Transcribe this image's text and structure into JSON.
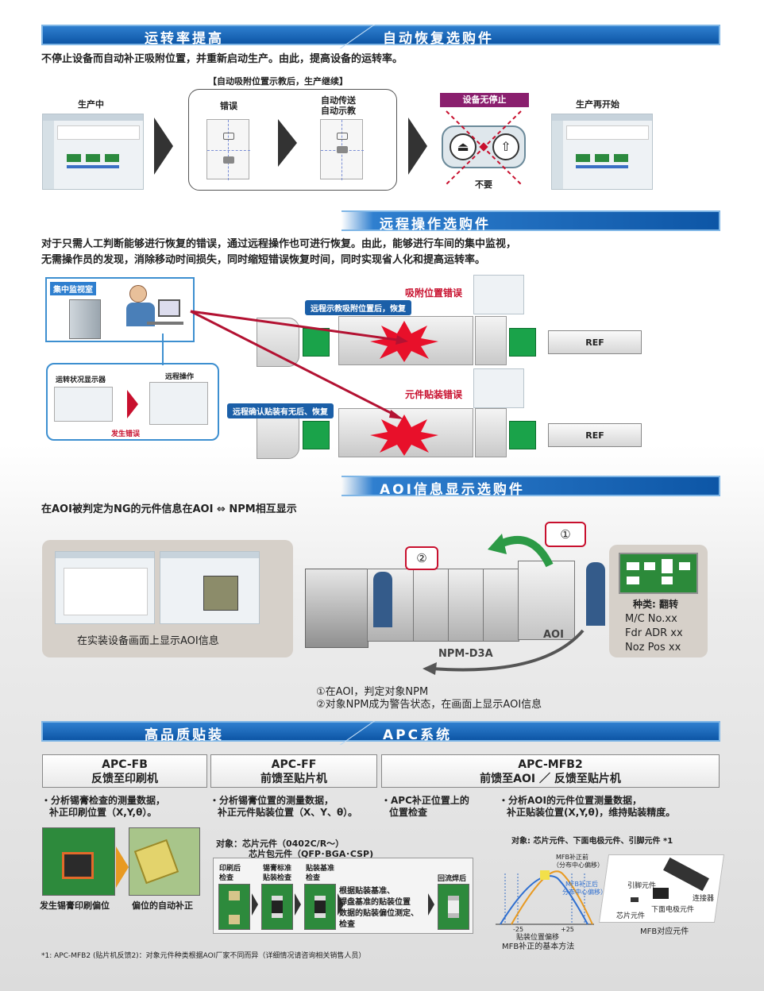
{
  "s1": {
    "banner_left": "运转率提高",
    "banner_right": "自动恢复选购件",
    "desc": "不停止设备而自动补正吸附位置，并重新启动生产。由此，提高设备的运转率。",
    "bracket": "【自动吸附位置示教后，生产继续】",
    "producing": "生产中",
    "error": "错误",
    "auto_teach_1": "自动传送",
    "auto_teach_2": "自动示教",
    "no_stop": "设备无停止",
    "not_needed": "不要",
    "restart": "生产再开始"
  },
  "s2": {
    "banner": "远程操作选购件",
    "desc1": "对于只需人工判断能够进行恢复的错误，通过远程操作也可进行恢复。由此，能够进行车间的集中监视，",
    "desc2": "无需操作员的发现，消除移动时间损失，同时缩短错误恢复时间，同时实现省人化和提高运转率。",
    "room": "集中监视室",
    "status_display": "运转状况显示器",
    "remote_op": "远程操作",
    "error_occur": "发生错误",
    "tag1": "远程示教吸附位置后，恢复",
    "tag2": "远程确认贴装有无后、恢复",
    "err1": "吸附位置错误",
    "err2": "元件贴装错误",
    "ref": "REF"
  },
  "s3": {
    "banner": "AOI信息显示选购件",
    "desc": "在AOI被判定为NG的元件信息在AOI ⇔ NPM相互显示",
    "screen_caption": "在实装设备画面上显示AOI信息",
    "num1": "①",
    "num2": "②",
    "aoi": "AOI",
    "npm": "NPM-D3A",
    "kind": "种类: 翻转",
    "mc": "M/C No.xx",
    "fdr": "Fdr ADR xx",
    "noz": "Noz Pos xx",
    "note1": "①在AOI，判定对象NPM",
    "note2": "②对象NPM成为警告状态，在画面上显示AOI信息"
  },
  "s4": {
    "banner_left": "高品质贴装",
    "banner_right": "APC系统",
    "fb_title": "APC-FB",
    "fb_sub": "反馈至印刷机",
    "ff_title": "APC-FF",
    "ff_sub": "前馈至贴片机",
    "mfb_title": "APC-MFB2",
    "mfb_sub": "前馈至AOI ／ 反馈至贴片机",
    "fb_b1": "・分析锡膏检查的测量数据，",
    "fb_b2": "补正印刷位置（X,Y,θ）。",
    "ff_b1": "・分析锡膏位置的测量数据，",
    "ff_b2": "补正元件贴装位置（X、Y、θ）。",
    "mfb_a1": "・APC补正位置上的",
    "mfb_a2": "位置检查",
    "mfb_b1": "・分析AOI的元件位置测量数据，",
    "mfb_b2": "补正贴装位置(X,Y,θ)，维持贴装精度。",
    "fb_cap1": "发生锡膏印刷偏位",
    "fb_cap2": "偏位的自动补正",
    "ff_obj1": "对象：芯片元件（0402C/R～）",
    "ff_obj2": "芯片包元件（QFP･BGA･CSP)",
    "ff_h1": "印刷后",
    "ff_h1b": "检查",
    "ff_h2": "锡膏标准",
    "ff_h2b": "贴装检查",
    "ff_h3": "贴装基准",
    "ff_h3b": "检查",
    "ff_h4": "回流焊后",
    "ff_desc1": "根据贴装基准、",
    "ff_desc2": "焊盘基准的贴装位置",
    "ff_desc3": "数据的贴装偏位测定、",
    "ff_desc4": "检查",
    "mfb_obj": "对象: 芯片元件、下面电极元件、引脚元件 *1",
    "g_before": "MFB补正前",
    "g_before2": "（分布中心偏移）",
    "g_after": "MFB补正后",
    "g_after2": "分布中心偏移）",
    "g_xlabel": "贴装位置偏移",
    "g_cap": "MFB补正的基本方法",
    "g_l": "-25",
    "g_r": "+25",
    "c_lead": "引脚元件",
    "c_conn": "连接器",
    "c_bottom": "下面电极元件",
    "c_chip": "芯片元件",
    "c_cap": "MFB对应元件",
    "footnote": "*1: APC-MFB2 (贴片机反馈2)：对象元件种类根据AOI厂家不同而异（详细情况请咨询相关销售人员）"
  },
  "colors": {
    "blue": "#0d56a6",
    "red": "#c8102e",
    "green": "#1aa34a",
    "magenta": "#8a1f6e"
  }
}
